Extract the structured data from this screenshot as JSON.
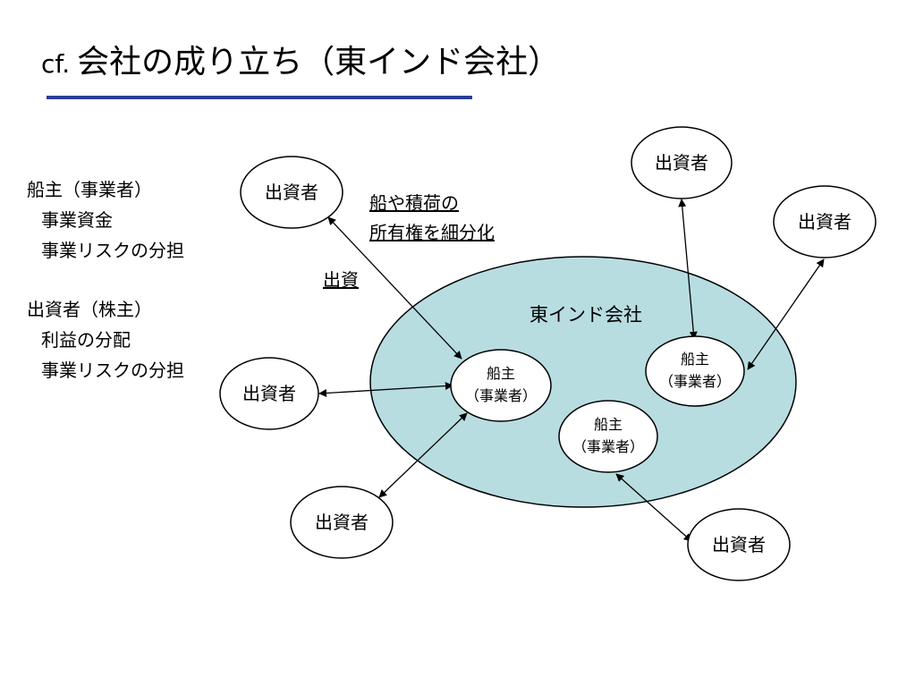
{
  "slide": {
    "title_prefix": "cf.",
    "title_main": "会社の成り立ち（東インド会社）",
    "accent_color": "#2e3d99"
  },
  "notes": {
    "owner_heading": "船主（事業者）",
    "owner_items": [
      "事業資金",
      "事業リスクの分担"
    ],
    "investor_heading": "出資者（株主）",
    "investor_items": [
      "利益の分配",
      "事業リスクの分担"
    ]
  },
  "diagram": {
    "company_label": "東インド会社",
    "company_fill": "#b8dde1",
    "investor_label": "出資者",
    "owner_line1": "船主",
    "owner_line2": "（事業者）",
    "share_note_line1": "船や積荷の",
    "share_note_line2": "所有権を細分化",
    "invest_label": "出資"
  }
}
